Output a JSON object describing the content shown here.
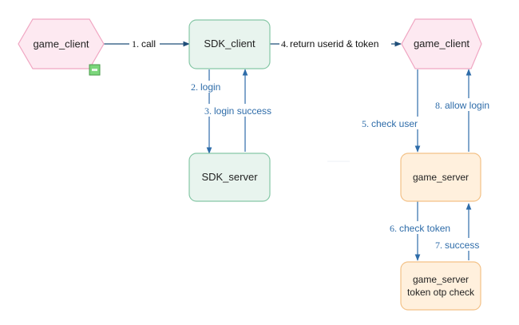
{
  "colors": {
    "hex_fill": "#fde9f1",
    "hex_stroke": "#f0a6c2",
    "green_fill": "#e8f4ee",
    "green_stroke": "#86c7a6",
    "orange_fill": "#fff0dd",
    "orange_stroke": "#f3c187",
    "edge_black": "#1f4e79",
    "edge_blue": "#2e6ca9",
    "label_black": "#111111",
    "label_blue": "#2e6ca9"
  },
  "nodes": {
    "game_client_left": "game_client",
    "sdk_client": "SDK_client",
    "game_client_right": "game_client",
    "sdk_server": "SDK_server",
    "game_server": "game_server",
    "game_server_check_line1": "game_server",
    "game_server_check_line2": "token otp check"
  },
  "collapse_icon": "minus-square-icon",
  "edges": {
    "e1": {
      "num": "1.",
      "text": "call"
    },
    "e2": {
      "num": "2.",
      "text": "login"
    },
    "e3": {
      "num": "3.",
      "text": "login  success"
    },
    "e4": {
      "num": "4.",
      "text": "return userid & token"
    },
    "e5": {
      "num": "5.",
      "text": "check  user"
    },
    "e6": {
      "num": "6.",
      "text": "check token"
    },
    "e7": {
      "num": "7.",
      "text": "success"
    },
    "e8": {
      "num": "8.",
      "text": "allow  login"
    }
  }
}
